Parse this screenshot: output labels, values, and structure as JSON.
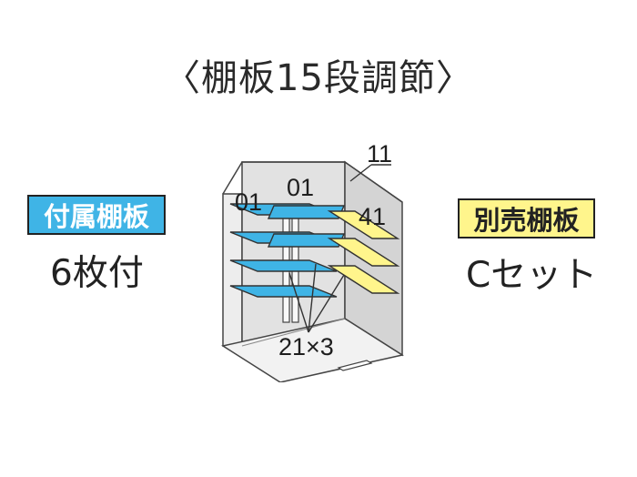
{
  "title": "〈棚板15段調節〉",
  "left": {
    "badge": "付属棚板",
    "text": "6枚付",
    "badge_color": "#3fb4e6"
  },
  "right": {
    "badge": "別売棚板",
    "text": "Cセット",
    "badge_color": "#fff58c"
  },
  "diagram": {
    "labels": {
      "top": "11",
      "left_a": "01",
      "left_b": "01",
      "right": "41",
      "bottom": "21×3"
    }
  }
}
